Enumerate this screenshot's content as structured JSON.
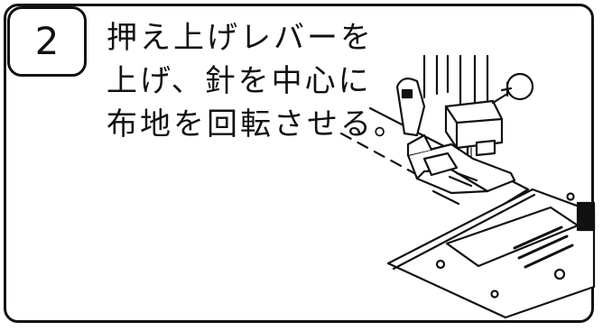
{
  "step": {
    "number": "2"
  },
  "instruction": {
    "lines": [
      "押え上げレバーを",
      "上げ、針を中心に",
      "布地を回転させる。"
    ]
  },
  "illustration": {
    "icon": "sewing-machine-presser-foot-icon"
  }
}
